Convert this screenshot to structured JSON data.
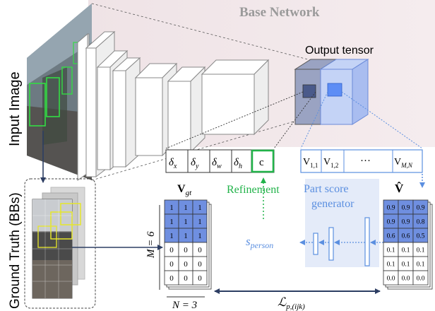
{
  "labels": {
    "base_network": "Base Network",
    "input_image": "Input Image",
    "output_tensor": "Output tensor",
    "ground_truth": "Ground Truth (BBs)",
    "refinement": "Refinement",
    "part_score_generator_line1": "Part score",
    "part_score_generator_line2": "generator",
    "s_person_main": "s",
    "s_person_sub": "person",
    "loss_main": "ℒ",
    "loss_sub": "p,(ijk)",
    "vgt_main": "V",
    "vgt_sub": "gt",
    "vhat": "V̂",
    "m_label": "M = 6",
    "n_label": "N = 3"
  },
  "refinement_vector": [
    {
      "main": "δ",
      "sub": "x"
    },
    {
      "main": "δ",
      "sub": "y"
    },
    {
      "main": "δ",
      "sub": "w"
    },
    {
      "main": "δ",
      "sub": "h"
    },
    {
      "main": "c",
      "sub": ""
    }
  ],
  "part_vector": {
    "first": {
      "main": "V",
      "sub": "1,1"
    },
    "second": {
      "main": "V",
      "sub": "1,2"
    },
    "ellipsis": "···",
    "last": {
      "main": "V",
      "sub": "M,N"
    }
  },
  "vgt_matrix": [
    [
      "1",
      "1",
      "1"
    ],
    [
      "1",
      "1",
      "1"
    ],
    [
      "1",
      "1",
      "1"
    ],
    [
      "0",
      "0",
      "0"
    ],
    [
      "0",
      "0",
      "0"
    ],
    [
      "0",
      "0",
      "0"
    ]
  ],
  "vhat_matrix": [
    [
      "0.9",
      "0.9",
      "0.9"
    ],
    [
      "0.9",
      "0.9",
      "0.8"
    ],
    [
      "0.6",
      "0.6",
      "0.5"
    ],
    [
      "0.1",
      "0.1",
      "0.1"
    ],
    [
      "0.1",
      "0.1",
      "0.1"
    ],
    [
      "0.0",
      "0.0",
      "0.0"
    ]
  ],
  "colors": {
    "highlight_blue": "#6f8fe0",
    "arrow_blue": "#5b8fe0",
    "refinement_green": "#22b34a",
    "dark_navy": "#2d3e63",
    "gray_text": "#9a9a9a",
    "pink_bg": "#f1e6e8"
  }
}
